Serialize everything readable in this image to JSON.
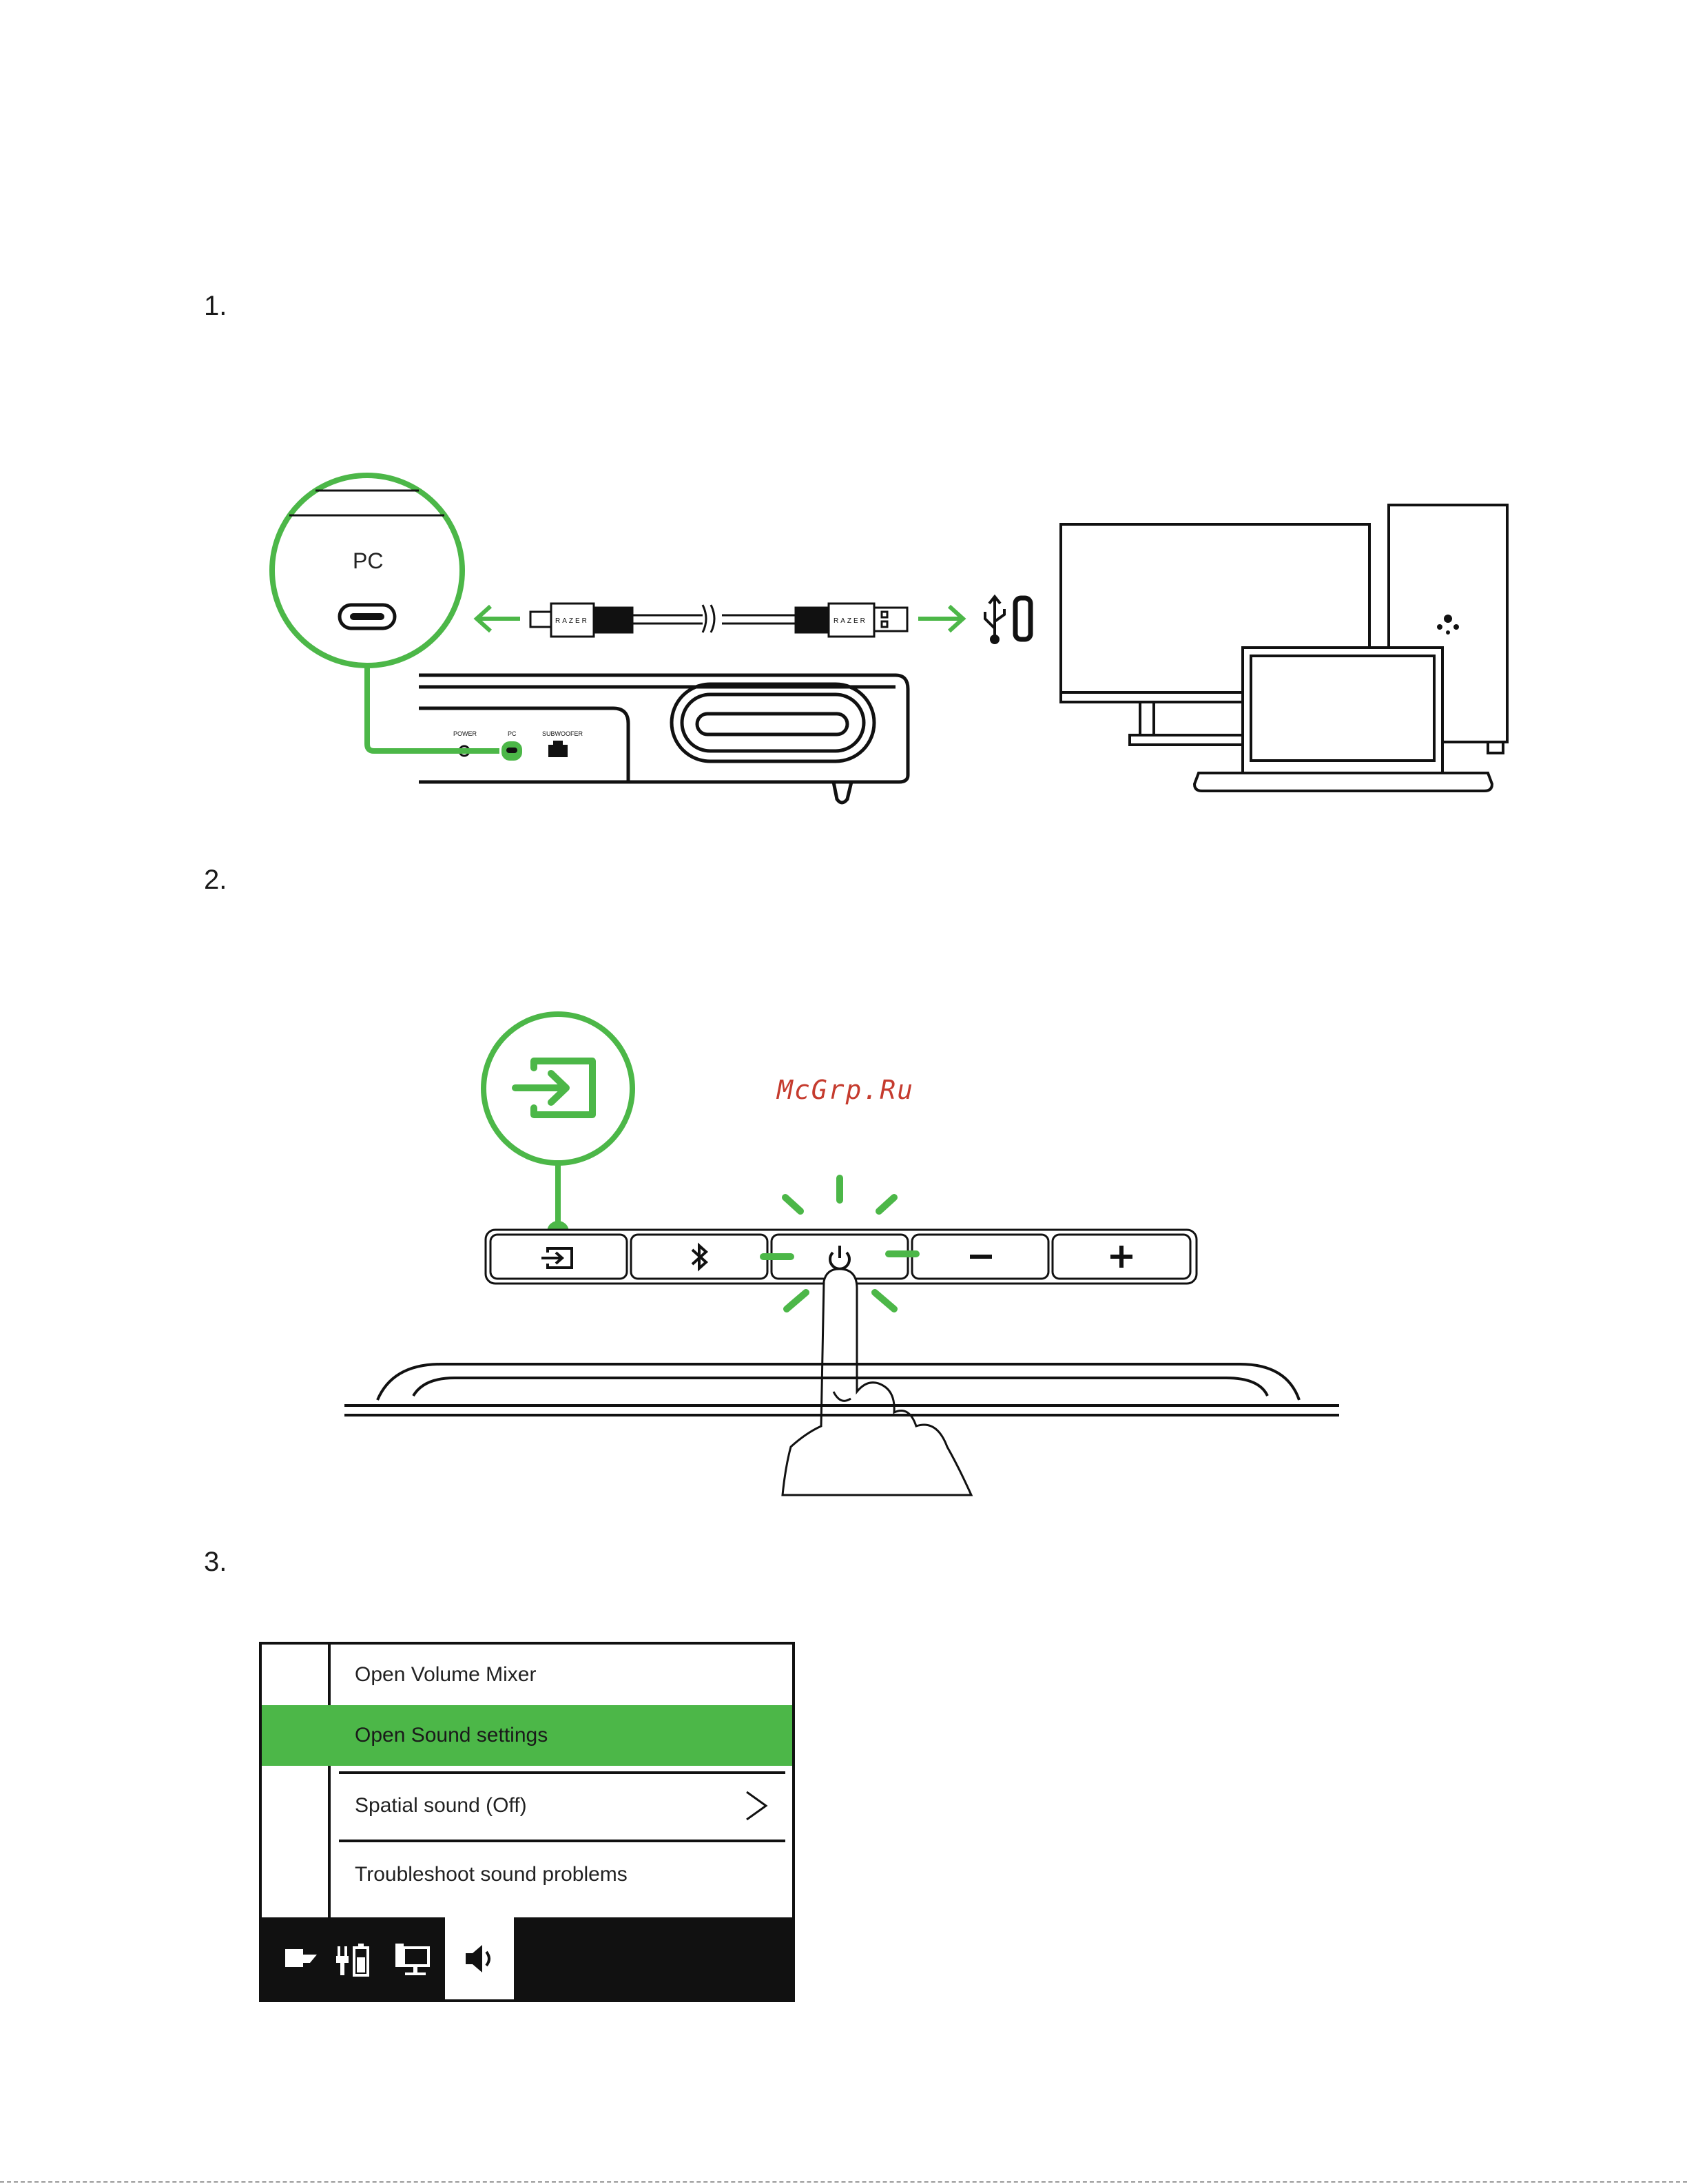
{
  "steps": {
    "one": "1.",
    "two": "2.",
    "three": "3."
  },
  "watermark": "McGrp.Ru",
  "diagram1": {
    "port_label": "PC",
    "back_labels": {
      "power": "POWER",
      "pc": "PC",
      "subwoofer": "SUBWOOFER"
    },
    "cable_brand": "RAZER",
    "accent_color": "#4cb748"
  },
  "sound_menu": {
    "items": [
      "Open Volume Mixer",
      "Open Sound settings",
      "Spatial sound (Off)",
      "Troubleshoot sound problems"
    ],
    "highlight_color": "#4cb748",
    "taskbar_icons": [
      "flag-icon",
      "battery-plug-icon",
      "network-icon",
      "speaker-icon"
    ]
  }
}
